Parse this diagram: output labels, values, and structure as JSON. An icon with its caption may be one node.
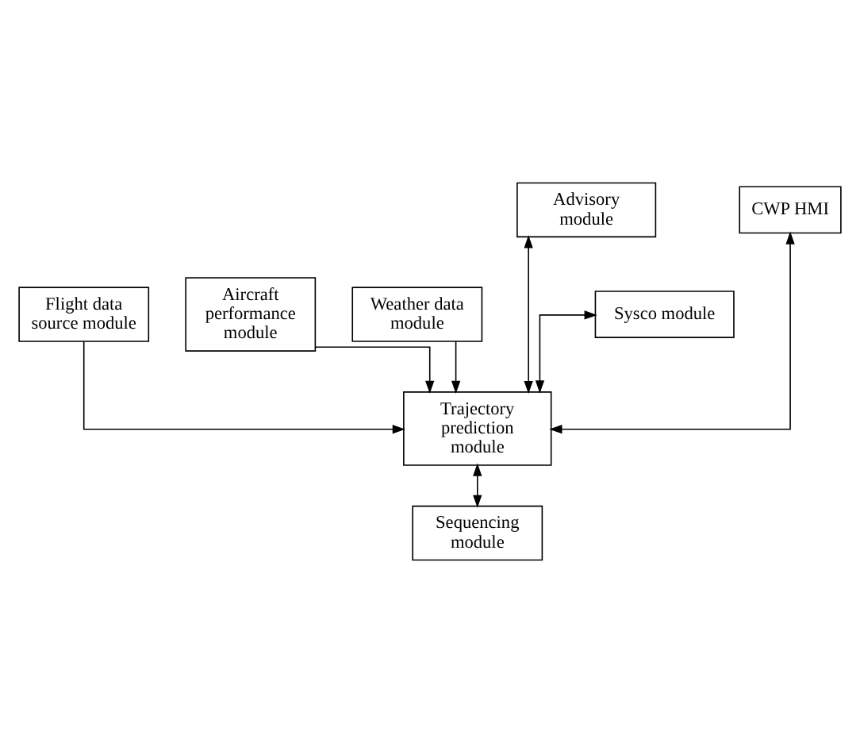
{
  "diagram": {
    "nodes": [
      {
        "text": [
          "Flight data source module"
        ]
      },
      {
        "text": [
          "Aircraft performance module"
        ]
      },
      {
        "text": [
          "Weather data module"
        ]
      },
      {
        "text": [
          "Trajectory prediction module"
        ]
      },
      {
        "text": [
          "Advisory module"
        ]
      },
      {
        "text": [
          "Sysco module"
        ]
      },
      {
        "text": [
          "CWP HMI"
        ]
      },
      {
        "text": [
          "Sequencing module"
        ]
      }
    ],
    "edges": [
      {
        "from": 0,
        "to": 3,
        "arrow": "to"
      },
      {
        "from": 1,
        "to": 3,
        "arrow": "to"
      },
      {
        "from": 2,
        "to": 3,
        "arrow": "to"
      },
      {
        "from": 3,
        "to": 7,
        "arrow": "both"
      },
      {
        "from": 4,
        "to": 3,
        "arrow": "both"
      },
      {
        "from": 5,
        "to": 3,
        "arrow": "both"
      },
      {
        "from": 6,
        "to": 3,
        "arrow": "both"
      }
    ]
  }
}
